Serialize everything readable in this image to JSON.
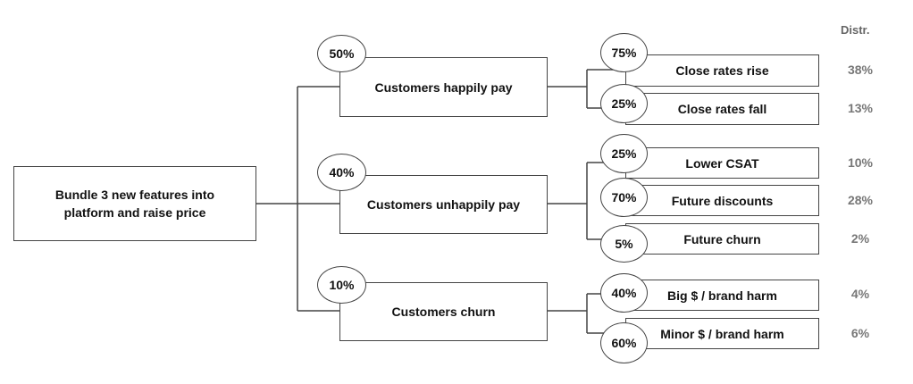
{
  "root": {
    "label": "Bundle 3 new features into platform and raise price"
  },
  "distribution_header": "Distr.",
  "outcomes": [
    {
      "probability": "50%",
      "label": "Customers happily pay",
      "branches": [
        {
          "probability": "75%",
          "label": "Close rates rise",
          "distribution": "38%"
        },
        {
          "probability": "25%",
          "label": "Close rates fall",
          "distribution": "13%"
        }
      ]
    },
    {
      "probability": "40%",
      "label": "Customers unhappily pay",
      "branches": [
        {
          "probability": "25%",
          "label": "Lower CSAT",
          "distribution": "10%"
        },
        {
          "probability": "70%",
          "label": "Future discounts",
          "distribution": "28%"
        },
        {
          "probability": "5%",
          "label": "Future churn",
          "distribution": "2%"
        }
      ]
    },
    {
      "probability": "10%",
      "label": "Customers churn",
      "branches": [
        {
          "probability": "40%",
          "label": "Big $ / brand harm",
          "distribution": "4%"
        },
        {
          "probability": "60%",
          "label": "Minor $ / brand harm",
          "distribution": "6%"
        }
      ]
    }
  ]
}
